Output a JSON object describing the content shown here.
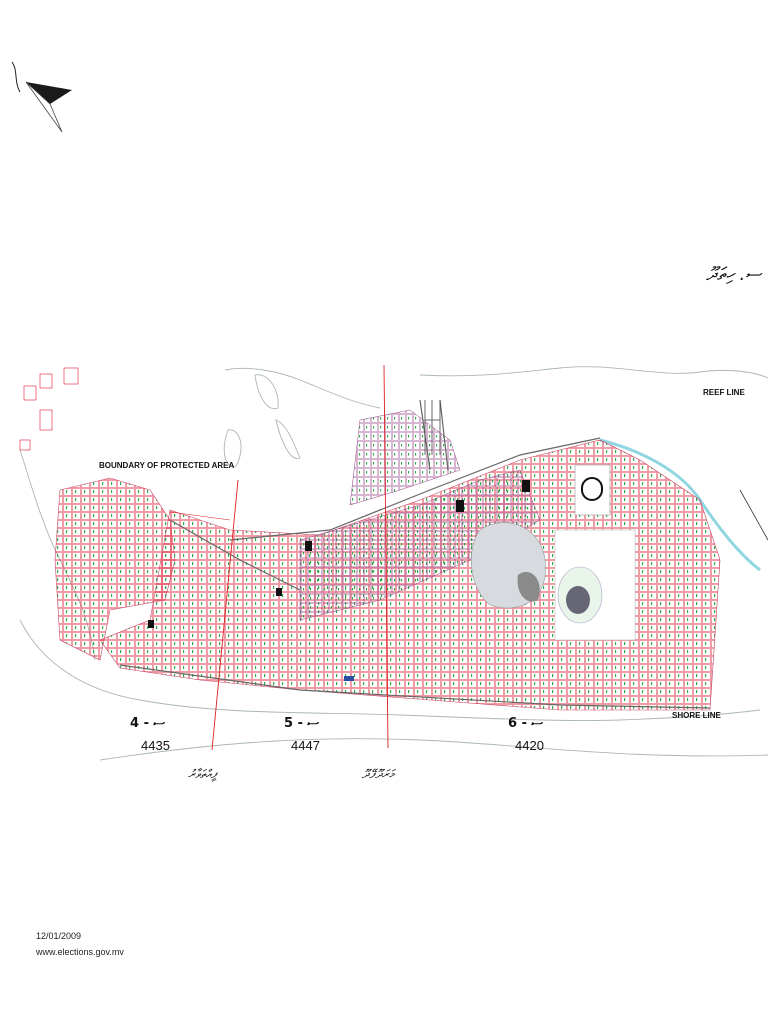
{
  "map": {
    "title_dhivehi": "ސ. ހިތަދޫ",
    "labels": {
      "boundary": "BOUNDARY OF PROTECTED AREA",
      "reef_line": "REEF LINE",
      "shore_line": "SHORE LINE"
    },
    "districts": [
      {
        "code": "ސ - 4",
        "count": "4435"
      },
      {
        "code": "ސ - 5",
        "count": "4447"
      },
      {
        "code": "ސ - 6",
        "count": "4420"
      }
    ],
    "ward_names_dhivehi": [
      "ފީއްތަވާރު",
      "މަރަދޫފޭދޫ"
    ],
    "colors": {
      "plot_outline": "#e23a4a",
      "tree_marker": "#2fa84a",
      "divider": "#e02020",
      "reef": "#8fd6e0"
    }
  },
  "footer": {
    "date": "12/01/2009",
    "url": "www.elections.gov.mv"
  },
  "icons": {
    "north_arrow": "north-arrow-icon"
  }
}
